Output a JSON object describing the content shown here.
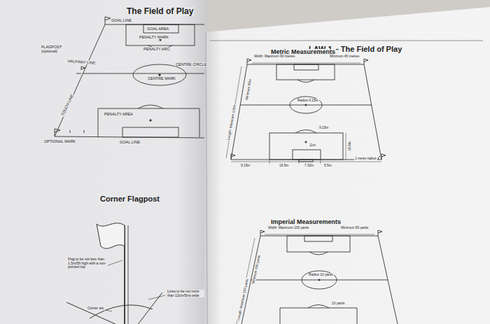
{
  "diagram": {
    "title": "The Field of Play",
    "labels": [
      "GOAL LINE",
      "GOAL AREA",
      "PENALTY MARK",
      "PENALTY ARC",
      "FLAGPOST (optional)",
      "HALFWAY LINE",
      "CENTRE CIRCLE",
      "CENTRE MARK",
      "TOUCH LINE",
      "PENALTY AREA",
      "OPTIONAL MARK",
      "GOAL LINE",
      "Corner Flagpost",
      "Flag to be not less than 1.5m/5ft high with a non-pointed top",
      "Corner arc",
      "Lines to be not more than 12cm/5ins wide",
      "LAW 1 – The Field of Play",
      "Metric Measurements",
      "Width: Maximum 90 metres",
      "Minimum 45 metres",
      "Minimum 90m",
      "Length: Maximum 120m",
      "Radius 9.15m",
      "9.15m",
      "11m",
      "16.5m",
      "1 metre radius",
      "9.15m",
      "16.5m",
      "7.32m",
      "5.5m",
      "Imperial Measurements",
      "Width: Maximum 100 yards",
      "Minimum 50 yards",
      "Minimum 100 yards",
      "Length: Maximum 130 yards",
      "Radius 10 yards",
      "10 yards"
    ]
  }
}
